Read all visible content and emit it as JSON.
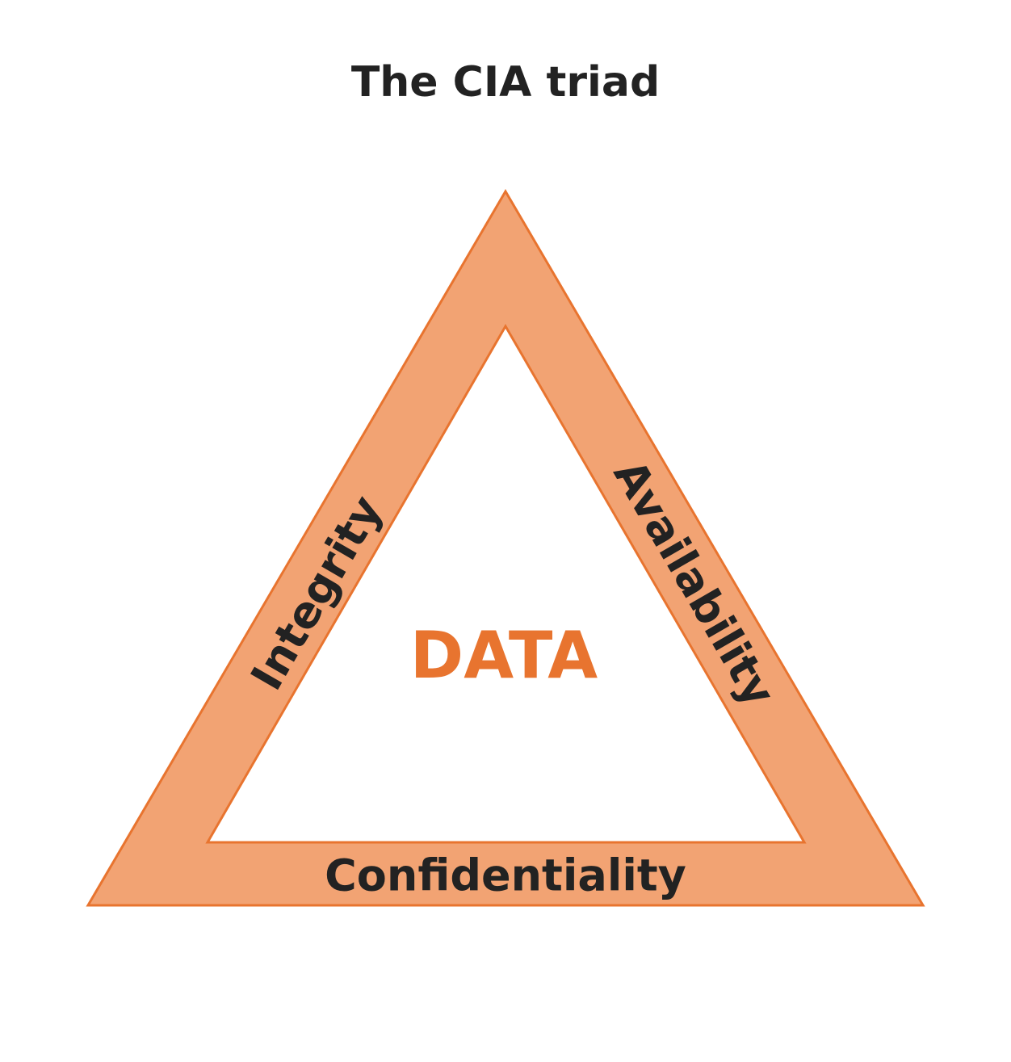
{
  "title": "The CIA triad",
  "center": "DATA",
  "sides": {
    "left": "Integrity",
    "right": "Availability",
    "bottom": "Confidentiality"
  },
  "colors": {
    "band_fill": "#F2A373",
    "band_stroke": "#E8742F",
    "center_text": "#E8742F",
    "label_text": "#222222",
    "title_text": "#222222"
  }
}
